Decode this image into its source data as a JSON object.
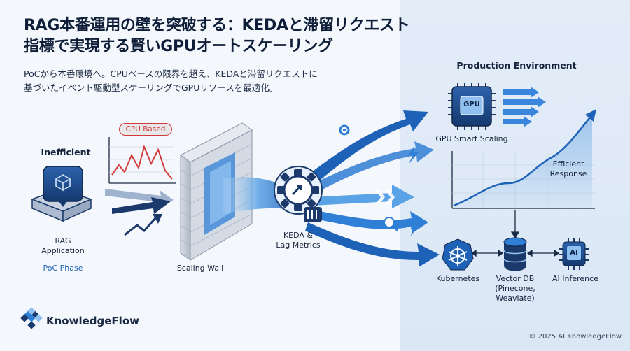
{
  "header": {
    "title_line1": "RAG本番運用の壁を突破する：KEDAと滞留リクエスト",
    "title_line2": "指標で実現する賢いGPUオートスケーリング",
    "subtitle_line1": "PoCから本番環境へ。CPUベースの限界を超え、KEDAと滞留リクエストに",
    "subtitle_line2": "基づいたイベント駆動型スケーリングでGPUリソースを最適化。"
  },
  "left": {
    "inefficient_label": "Inefficient",
    "app_label_line1": "RAG",
    "app_label_line2": "Application",
    "phase_label": "PoC Phase",
    "cpu_badge": "CPU Based"
  },
  "middle": {
    "wall_label": "Scaling Wall",
    "keda_label_line1": "KEDA &",
    "keda_label_line2": "Lag Metrics"
  },
  "right": {
    "env_title": "Production Environment",
    "gpu_chip_text": "GPU",
    "gpu_label": "GPU Smart Scaling",
    "efficient_line1": "Efficient",
    "efficient_line2": "Response",
    "kubernetes_label": "Kubernetes",
    "vectordb_line1": "Vector DB",
    "vectordb_line2": "(Pinecone, Weaviate)",
    "ai_chip_text": "AI",
    "ai_label": "AI Inference"
  },
  "footer": {
    "brand": "KnowledgeFlow",
    "copyright": "© 2025 AI KnowledgeFlow"
  },
  "colors": {
    "navy": "#1b3a6b",
    "accent_blue": "#2f7fd6",
    "red": "#d33a3a",
    "light_blue": "#9ec9f2"
  }
}
